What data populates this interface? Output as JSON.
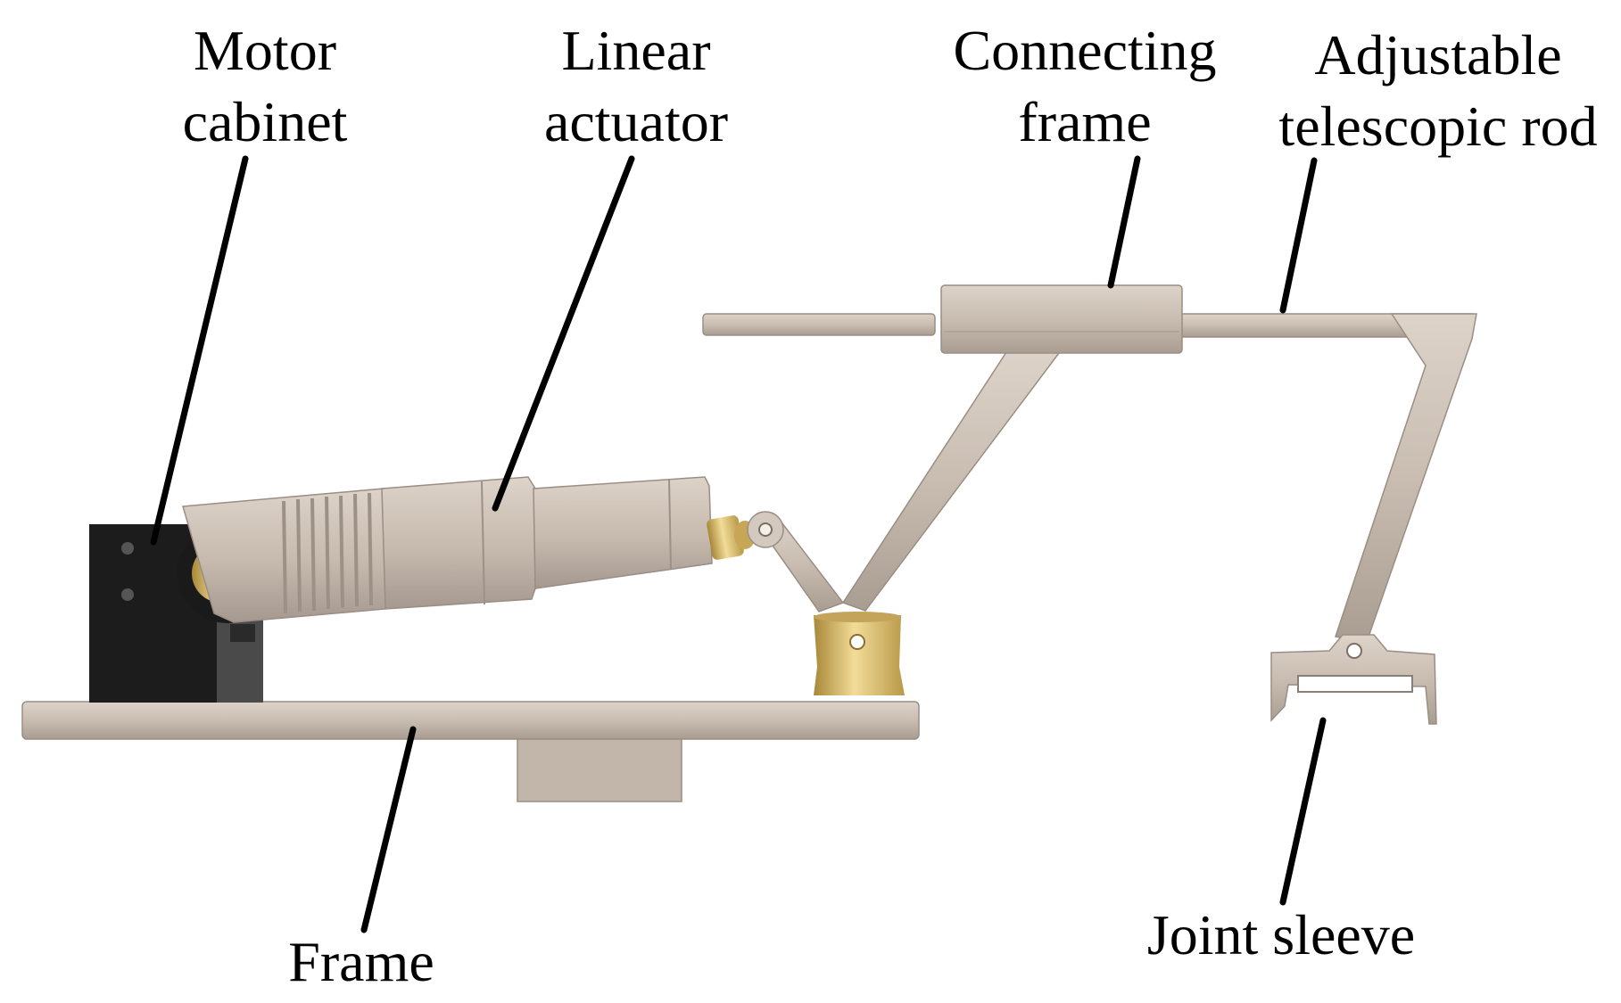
{
  "labels": {
    "motor_cabinet": [
      "Motor",
      "cabinet"
    ],
    "linear_actuator": [
      "Linear",
      "actuator"
    ],
    "connecting_frame": [
      "Connecting",
      "frame"
    ],
    "adjustable_telescopic_rod": [
      "Adjustable",
      "telescopic rod"
    ],
    "frame": "Frame",
    "joint_sleeve": "Joint sleeve"
  },
  "colors": {
    "part": "#c9bdb1",
    "part_dark": "#a99d92",
    "part_light": "#ddd3c9",
    "motor": "#1c1c1c",
    "brass": "#d8b868",
    "brass_dark": "#a88838"
  }
}
